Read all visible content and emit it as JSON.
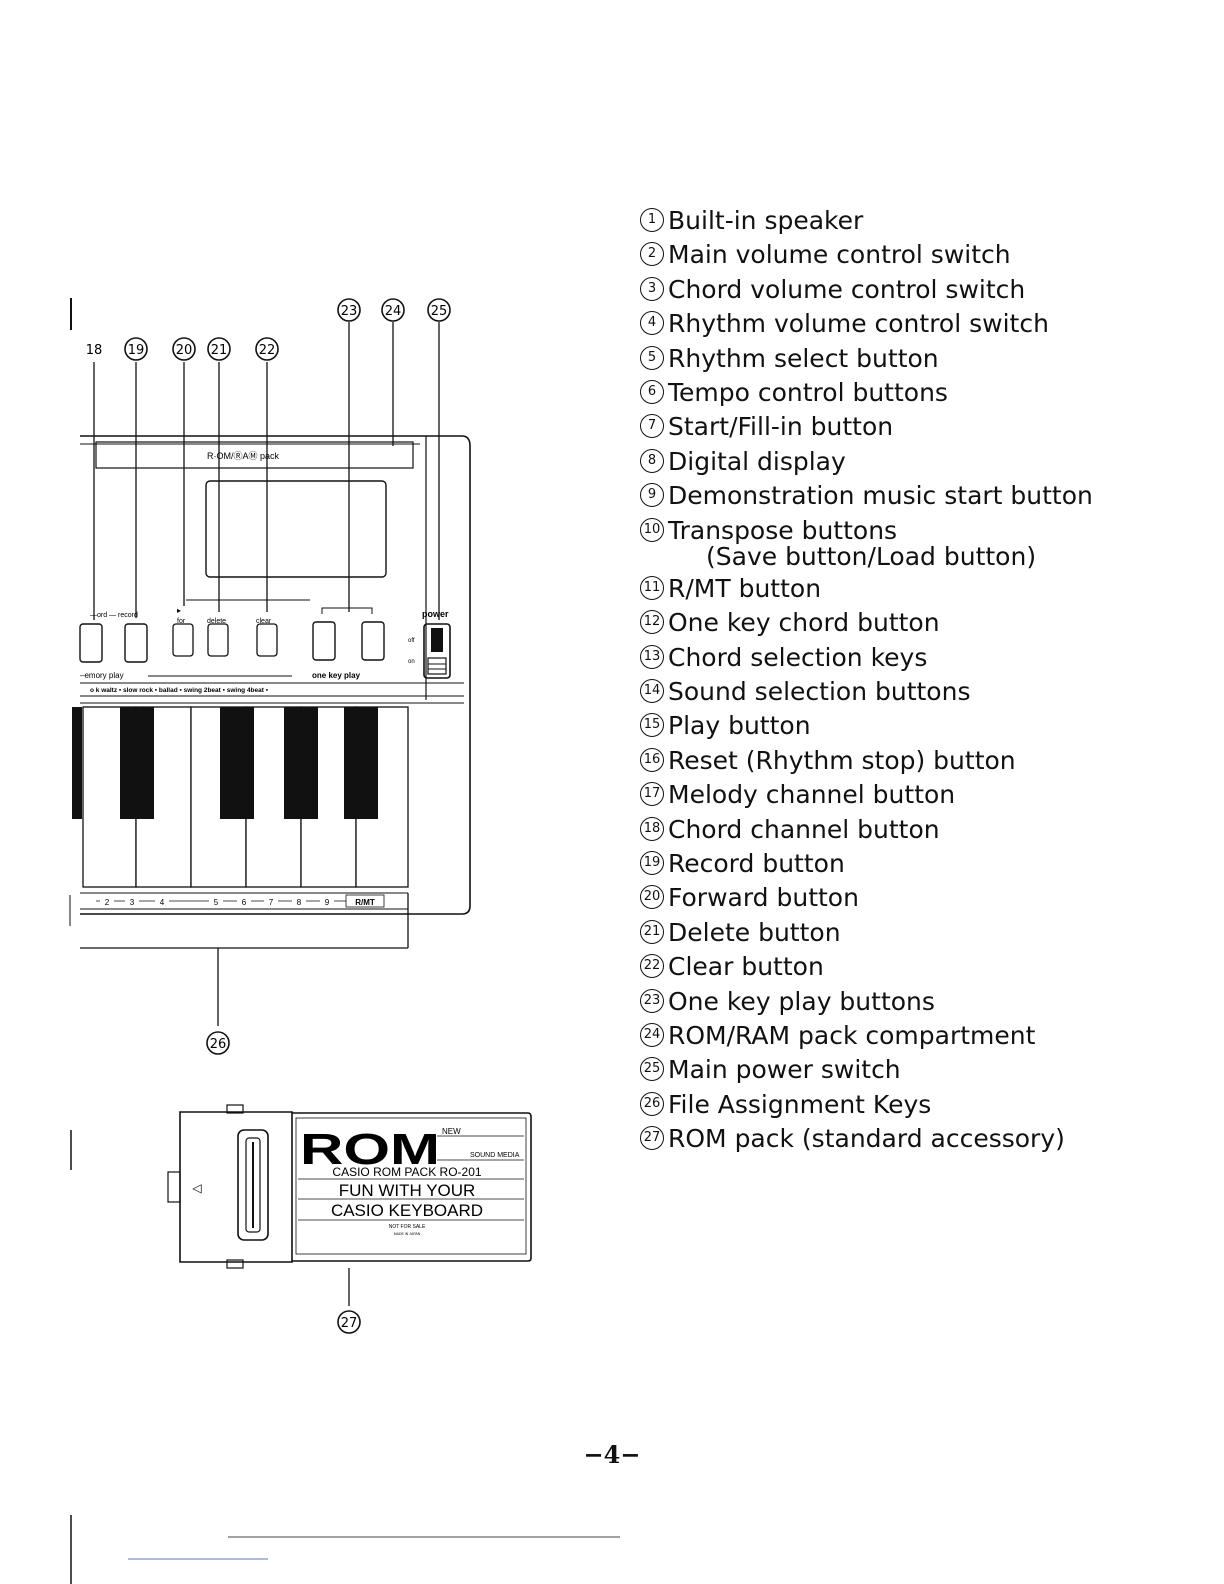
{
  "legend": [
    {
      "num": "1",
      "label": "Built-in speaker"
    },
    {
      "num": "2",
      "label": "Main volume control switch"
    },
    {
      "num": "3",
      "label": "Chord volume control switch"
    },
    {
      "num": "4",
      "label": "Rhythm volume control switch"
    },
    {
      "num": "5",
      "label": "Rhythm select button"
    },
    {
      "num": "6",
      "label": "Tempo control buttons"
    },
    {
      "num": "7",
      "label": "Start/Fill-in button"
    },
    {
      "num": "8",
      "label": "Digital display"
    },
    {
      "num": "9",
      "label": "Demonstration music start button"
    },
    {
      "num": "10",
      "label": "Transpose buttons",
      "sub": "(Save button/Load button)"
    },
    {
      "num": "11",
      "label": "R/MT button"
    },
    {
      "num": "12",
      "label": "One key chord button"
    },
    {
      "num": "13",
      "label": "Chord selection keys"
    },
    {
      "num": "14",
      "label": "Sound selection buttons"
    },
    {
      "num": "15",
      "label": "Play button"
    },
    {
      "num": "16",
      "label": "Reset (Rhythm stop) button"
    },
    {
      "num": "17",
      "label": "Melody channel button"
    },
    {
      "num": "18",
      "label": "Chord channel button"
    },
    {
      "num": "19",
      "label": "Record button"
    },
    {
      "num": "20",
      "label": "Forward button"
    },
    {
      "num": "21",
      "label": "Delete button"
    },
    {
      "num": "22",
      "label": "Clear button"
    },
    {
      "num": "23",
      "label": "One key play buttons"
    },
    {
      "num": "24",
      "label": "ROM/RAM pack compartment"
    },
    {
      "num": "25",
      "label": "Main power switch"
    },
    {
      "num": "26",
      "label": "File Assignment Keys"
    },
    {
      "num": "27",
      "label": "ROM pack (standard accessory)"
    }
  ],
  "page_number": "−4−",
  "diagram": {
    "callouts": {
      "c18": "18",
      "c19": "19",
      "c20": "20",
      "c21": "21",
      "c22": "22",
      "c23": "23",
      "c24": "24",
      "c25": "25",
      "c26": "26",
      "c27": "27"
    },
    "pack_label": "R·OM/ⓇAⓂ pack",
    "record_label": "—ord — record",
    "for_label": "for",
    "delete_label": "delete",
    "clear_label": "clear",
    "power_label": "power",
    "off_label": "off",
    "on_label": "on",
    "memory_play_label": "–emory play",
    "one_key_play_label": "one key play",
    "rhythm_strip": "o k waltz ▪ slow rock ▪   ballad   ▪ swing 2beat ▪ swing 4beat ▪",
    "key_numbers": [
      "2",
      "3",
      "4",
      "5",
      "6",
      "7",
      "8",
      "9",
      "R/MT"
    ]
  },
  "rom_pack": {
    "logo": "ROM",
    "badge_top": "NEW",
    "badge_bottom": "SOUND MEDIA",
    "model": "CASIO ROM PACK RO-201",
    "title_line1": "FUN WITH YOUR",
    "title_line2": "CASIO KEYBOARD",
    "not_for_sale": "NOT FOR SALE",
    "made_in": "MADE IN JAPAN"
  }
}
